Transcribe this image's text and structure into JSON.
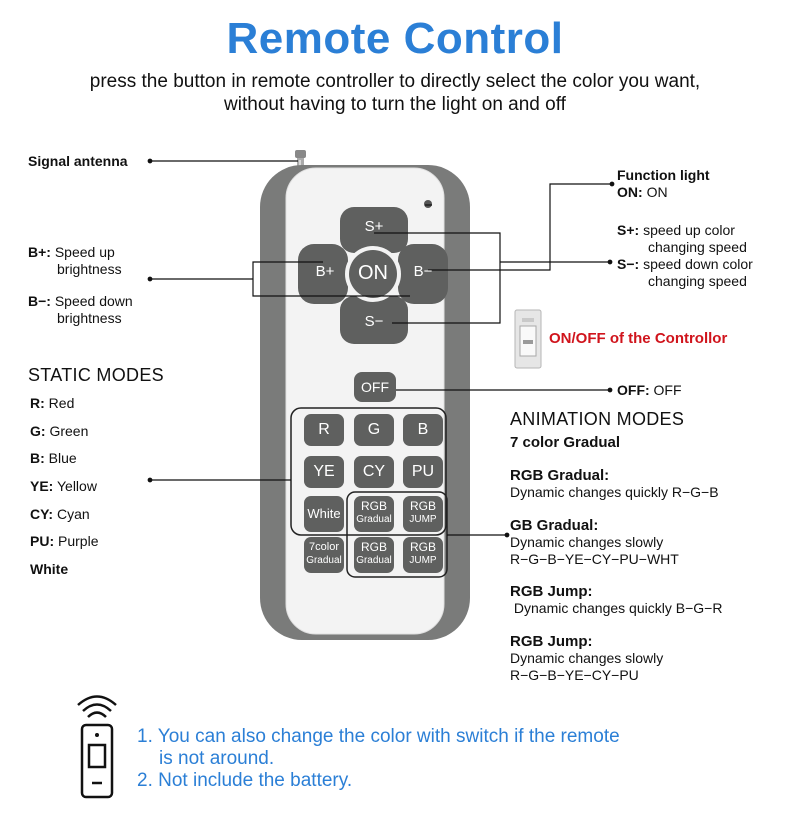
{
  "header": {
    "title": "Remote Control",
    "subtitle_line1": "press the button in remote controller to directly select the color you want,",
    "subtitle_line2": "without having to turn the light on and off"
  },
  "remote": {
    "buttons": {
      "s_plus": "S+",
      "b_plus": "B+",
      "on": "ON",
      "b_minus": "B−",
      "s_minus": "S−",
      "off": "OFF",
      "r": "R",
      "g": "G",
      "b": "B",
      "ye": "YE",
      "cy": "CY",
      "pu": "PU",
      "white": "White",
      "rgb1_top": "RGB",
      "rgb1_bottom": "Gradual",
      "rgb2_top": "RGB",
      "rgb2_bottom": "JUMP",
      "c7_top": "7color",
      "c7_bottom": "Gradual",
      "rgb3_top": "RGB",
      "rgb3_bottom": "Gradual",
      "rgb4_top": "RGB",
      "rgb4_bottom": "JUMP"
    }
  },
  "labels": {
    "antenna": "Signal antenna",
    "bplus_key": "B+:",
    "bplus_line1": "Speed up",
    "bplus_line2": "brightness",
    "bminus_key": "B−:",
    "bminus_line1": "Speed down",
    "bminus_line2": "brightness",
    "function_light": "Function light",
    "on_key": "ON:",
    "on_val": "ON",
    "splus_key": "S+:",
    "splus_line1": "speed up color",
    "splus_line2": "changing speed",
    "sminus_key": "S−:",
    "sminus_line1": "speed down color",
    "sminus_line2": "changing speed",
    "onoff_controller": "ON/OFF of the Controllor",
    "off_key": "OFF:",
    "off_val": "OFF"
  },
  "static_modes": {
    "heading": "STATIC MODES",
    "items": [
      {
        "key": "R:",
        "val": "Red"
      },
      {
        "key": "G:",
        "val": "Green"
      },
      {
        "key": "B:",
        "val": "Blue"
      },
      {
        "key": "YE:",
        "val": "Yellow"
      },
      {
        "key": "CY:",
        "val": "Cyan"
      },
      {
        "key": "PU:",
        "val": "Purple"
      },
      {
        "key": "White",
        "val": ""
      }
    ]
  },
  "animation_modes": {
    "heading": "ANIMATION MODES",
    "sub": "7 color Gradual",
    "items": [
      {
        "title": "RGB Gradual:",
        "desc1": "Dynamic changes quickly R−G−B",
        "desc2": ""
      },
      {
        "title": "GB Gradual:",
        "desc1": "Dynamic changes slowly",
        "desc2": "R−G−B−YE−CY−PU−WHT"
      },
      {
        "title": "RGB Jump:",
        "desc1": " Dynamic changes quickly B−G−R",
        "desc2": ""
      },
      {
        "title": "RGB Jump:",
        "desc1": "Dynamic changes slowly",
        "desc2": "R−G−B−YE−CY−PU"
      }
    ]
  },
  "notes": {
    "line1": "1. You can also change the color with switch if the remote",
    "line2": "is not around.",
    "line3": "2. Not include the battery."
  },
  "colors": {
    "accent": "#2b7fd6",
    "warning": "#d0141c",
    "button": "#5f605f",
    "shell": "#7a7b7a"
  }
}
